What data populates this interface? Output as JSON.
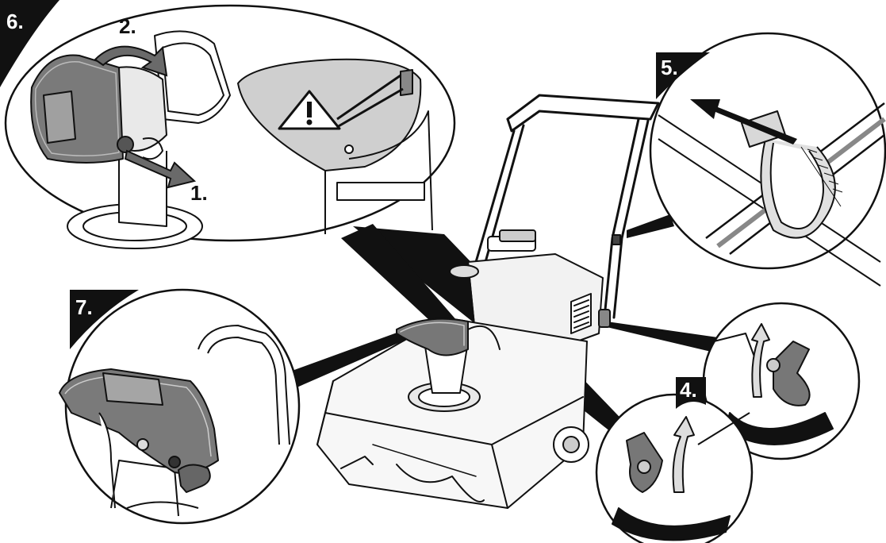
{
  "steps": {
    "s4": {
      "label": "4."
    },
    "s5": {
      "label": "5."
    },
    "s6": {
      "label": "6.",
      "sub1": "1.",
      "sub2": "2."
    },
    "s7": {
      "label": "7."
    }
  },
  "icons": {
    "warning": "warning-triangle-icon",
    "arrow": "direction-arrow-icon"
  },
  "colors": {
    "ink": "#111111",
    "fill_dark": "#5a5a5a",
    "fill_mid": "#8c8c8c",
    "fill_light": "#e6e6e6",
    "paper": "#ffffff"
  }
}
